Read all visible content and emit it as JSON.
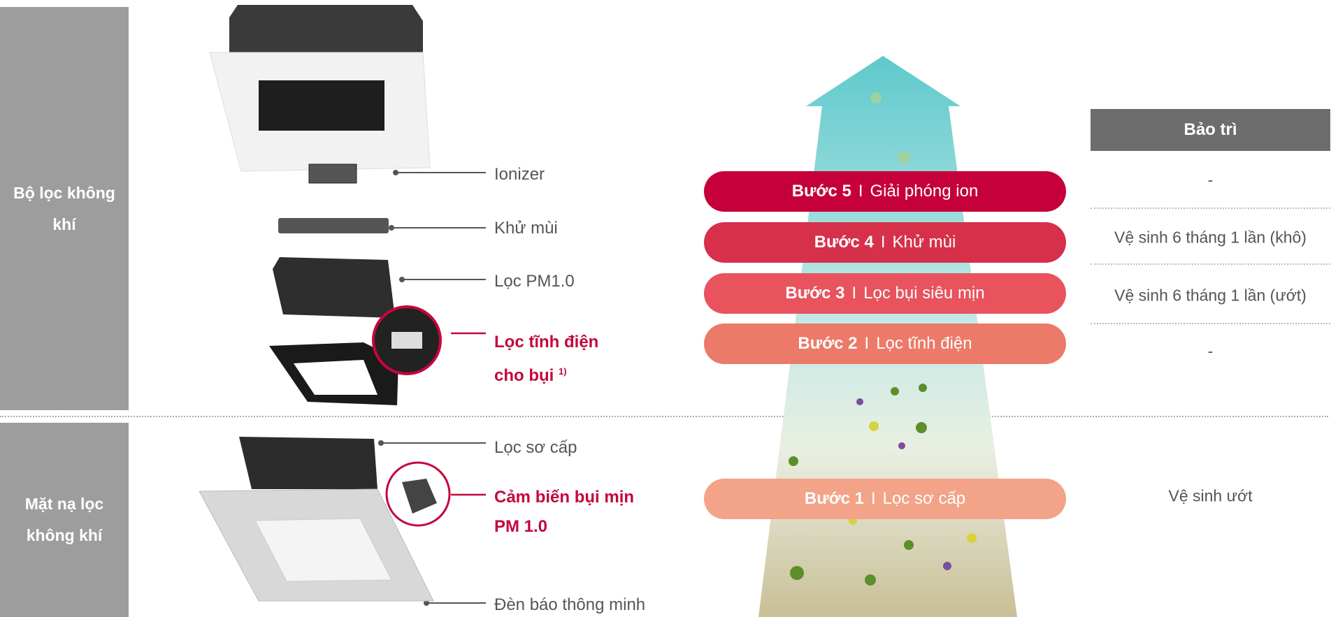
{
  "sections": {
    "top": "Bộ lọc không khí",
    "bottom": "Mặt nạ lọc không khí"
  },
  "components": {
    "ionizer": "Ionizer",
    "deodorizer": "Khử mùi",
    "pm10_filter": "Lọc PM1.0",
    "electrostatic_line1": "Lọc tĩnh điện",
    "electrostatic_line2": "cho bụi",
    "electrostatic_note": "1)",
    "prefilter": "Lọc sơ cấp",
    "sensor_line1": "Cảm biến bụi mịn",
    "sensor_line2": "PM 1.0",
    "indicator": "Đèn báo thông minh"
  },
  "steps": [
    {
      "step": "Bước 5",
      "sep": "I",
      "label": "Giải phóng ion",
      "color": "#c5003a"
    },
    {
      "step": "Bước 4",
      "sep": "I",
      "label": "Khử mùi",
      "color": "#d6304a"
    },
    {
      "step": "Bước 3",
      "sep": "I",
      "label": "Lọc bụi siêu mịn",
      "color": "#e8535d"
    },
    {
      "step": "Bước 2",
      "sep": "I",
      "label": "Lọc tĩnh điện",
      "color": "#ec7a68"
    },
    {
      "step": "Bước 1",
      "sep": "I",
      "label": "Lọc sơ cấp",
      "color": "#f2a388"
    }
  ],
  "maintenance": {
    "header": "Bảo trì",
    "rows": [
      "-",
      "Vệ sinh 6 tháng 1 lần (khô)",
      "Vệ sinh 6 tháng 1 lần (ướt)",
      "-",
      "Vệ sinh ướt"
    ]
  }
}
